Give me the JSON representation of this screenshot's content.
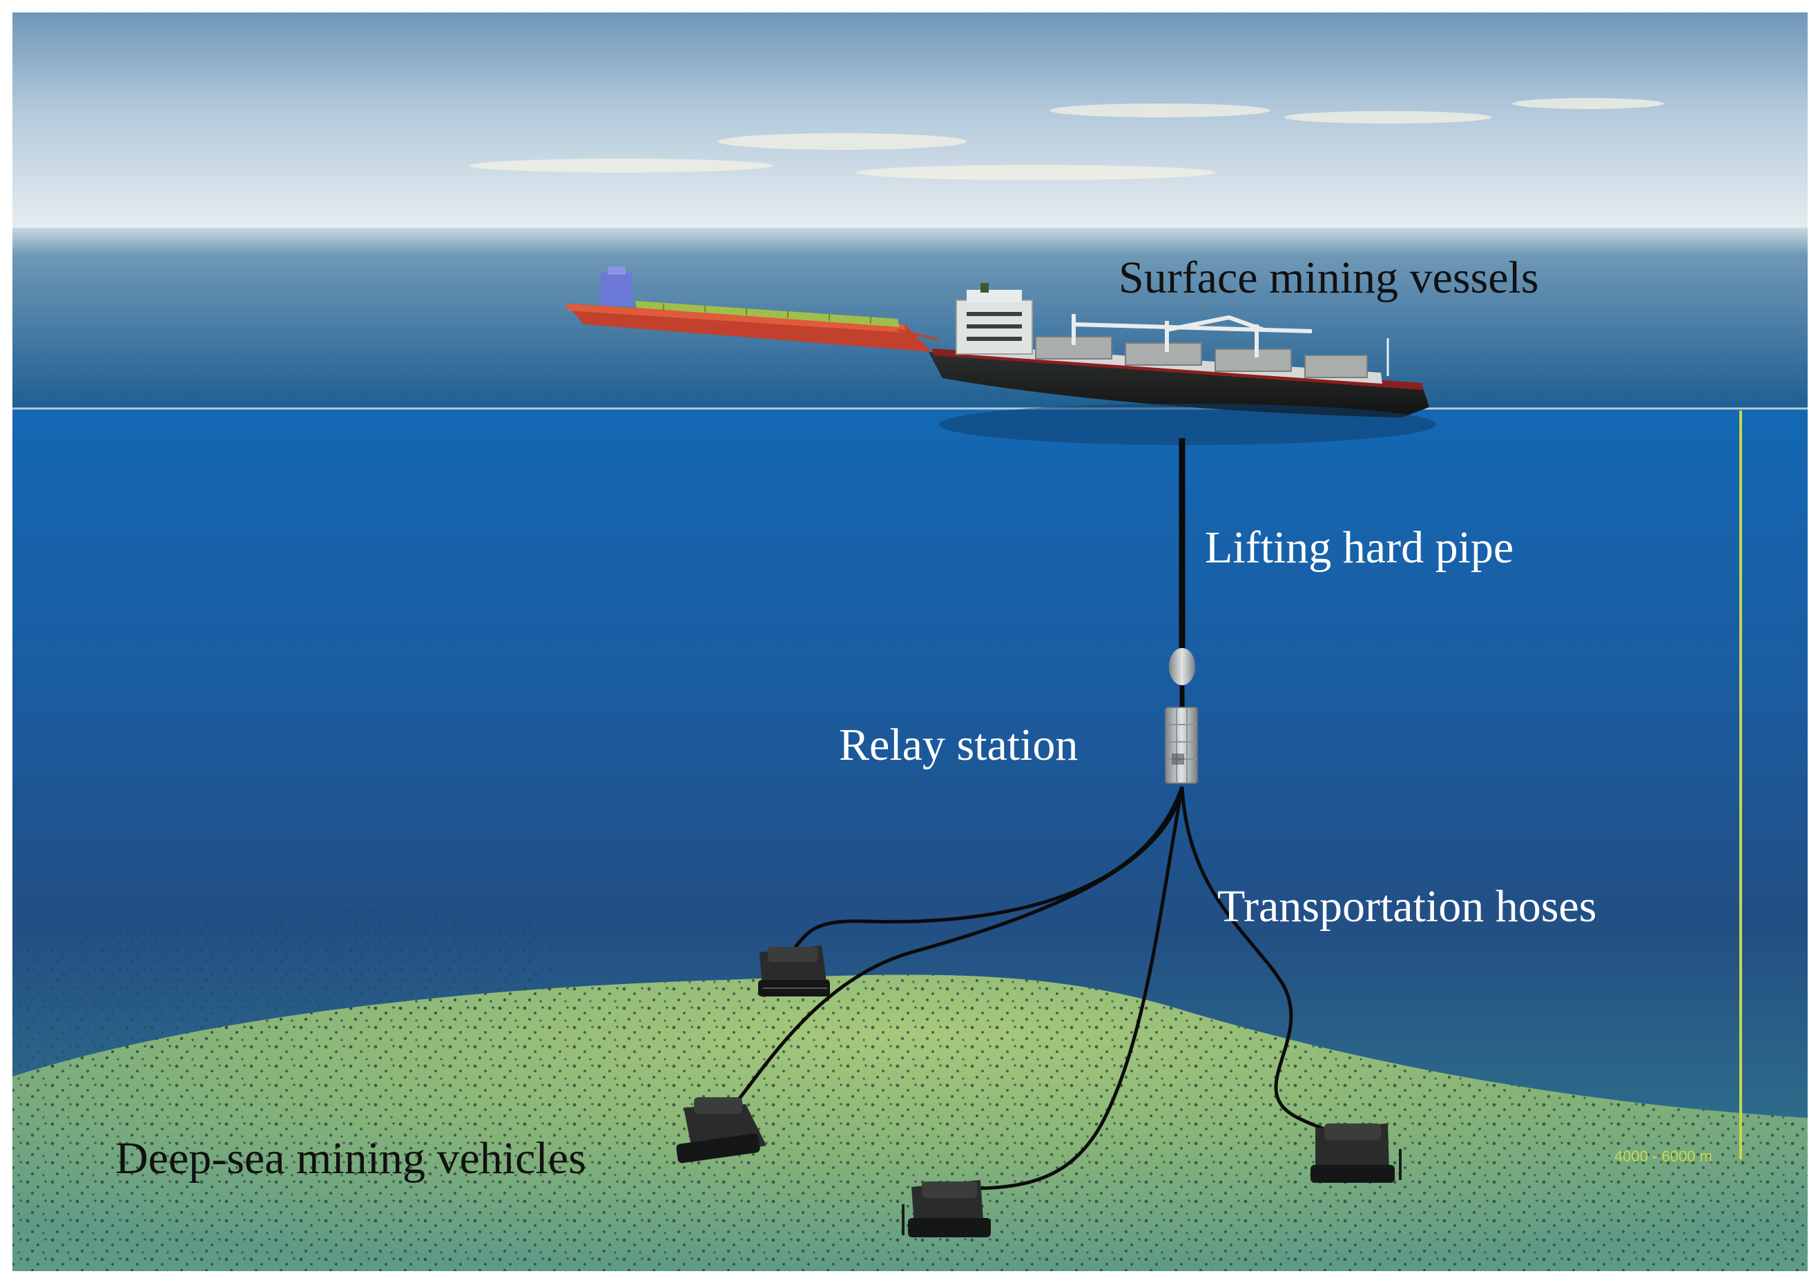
{
  "labels": {
    "surface": "Surface mining vessels",
    "pipe": "Lifting hard pipe",
    "relay": "Relay station",
    "hoses": "Transportation hoses",
    "vehicles": "Deep-sea mining vehicles",
    "depth": "4000 - 6000 m"
  },
  "colors": {
    "label_light": "#ffffff",
    "label_dark": "#111111",
    "depth_scale": "#c9d94a"
  }
}
